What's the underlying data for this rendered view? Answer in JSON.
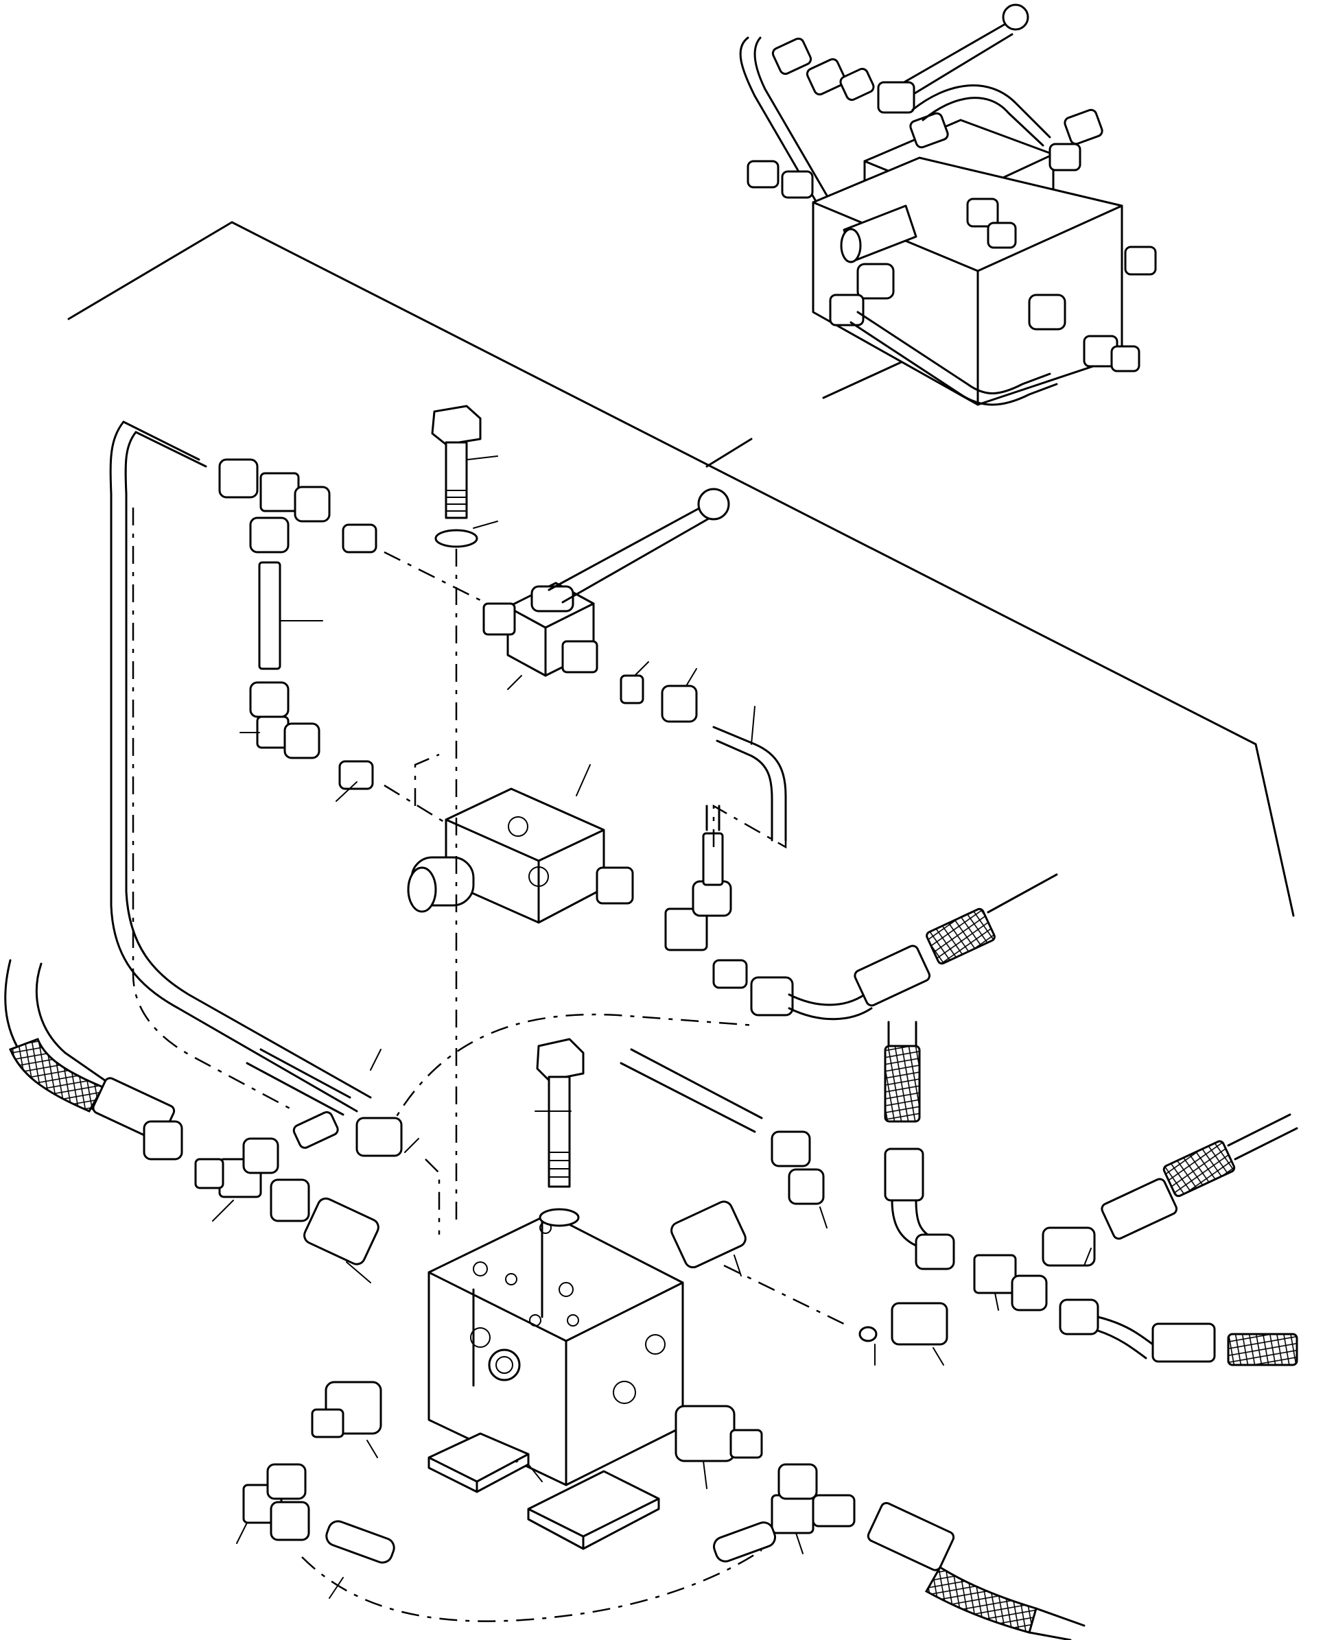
{
  "figure": {
    "kind": "exploded-parts-illustration",
    "line_color": "#000000",
    "background_color": "#ffffff",
    "text_labels": []
  },
  "groups": {
    "inset": "installed-valve-assembly-inset",
    "upper_line": "upper-tube-line",
    "lower_manifold": "lower-manifold-block",
    "right_hoses": "right-hose-group",
    "left_hoses": "left-hose-group"
  }
}
